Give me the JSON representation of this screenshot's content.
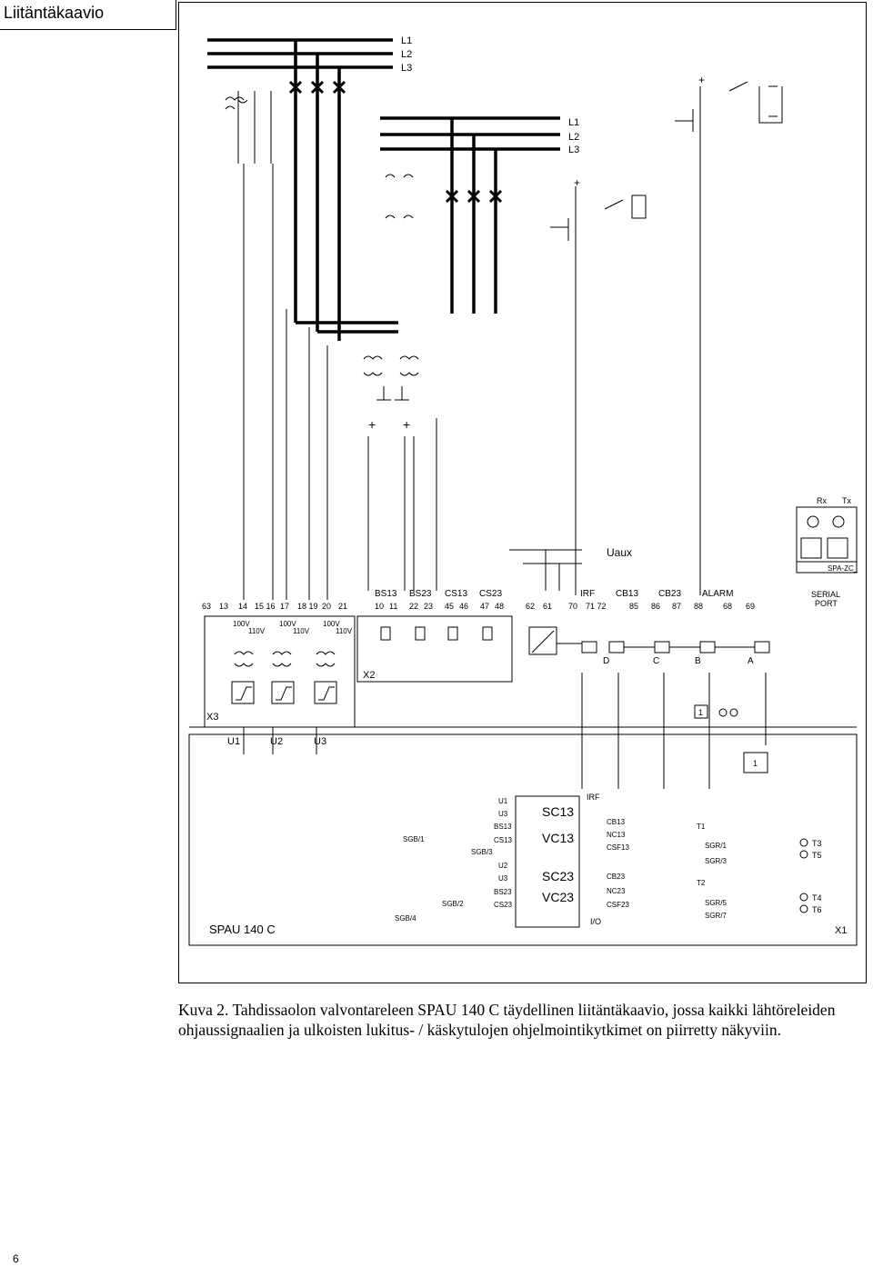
{
  "page": {
    "title": "Liitäntäkaavio",
    "caption": "Kuva 2. Tahdissaolon valvontareleen SPAU 140 C täydellinen liitäntäkaavio, jossa kaikki lähtöreleiden ohjaussignaalien ja ulkoisten lukitus- / käskytulojen ohjelmointikytkimet on piirretty näkyviin.",
    "page_number": "6"
  },
  "diagram": {
    "bus1": [
      "L1",
      "L2",
      "L3"
    ],
    "bus2": [
      "L1",
      "L2",
      "L3"
    ],
    "uaux": "Uaux",
    "rx": "Rx",
    "tx": "Tx",
    "spa_zc": "SPA-ZC_",
    "serial_port": [
      "SERIAL",
      "PORT"
    ],
    "x2": "X2",
    "x3": "X3",
    "x1": "X1",
    "device": "SPAU 140 C",
    "group_labels": [
      "BS13",
      "BS23",
      "CS13",
      "CS23",
      "IRF",
      "CB13",
      "CB23",
      "ALARM"
    ],
    "terminals_x3": [
      "63",
      "13",
      "14",
      "15 16",
      "17",
      "18 19",
      "20",
      "21"
    ],
    "terminals_x2": [
      "10",
      "11",
      "22",
      "23",
      "45",
      "46",
      "47",
      "48",
      "62",
      "61",
      "70",
      "71 72",
      "85",
      "86",
      "87",
      "88",
      "68",
      "69"
    ],
    "voltages_100": [
      "100V",
      "100V",
      "100V"
    ],
    "voltages_110": [
      "110V",
      "110V",
      "110V"
    ],
    "contact_letters": [
      "D",
      "C",
      "B",
      "A"
    ],
    "voltage_inputs": [
      "U1",
      "U2",
      "U3"
    ],
    "one": "1",
    "block_sc13": "SC13",
    "block_vc13": "VC13",
    "block_sc23": "SC23",
    "block_vc23": "VC23",
    "irf": "IRF",
    "io": "I/O",
    "signals_left": [
      "U1",
      "U3",
      "BS13",
      "CS13",
      "U2",
      "U3",
      "BS23",
      "CS23"
    ],
    "sgb": [
      "SGB/1",
      "SGB/3",
      "SGB/2",
      "SGB/4"
    ],
    "signals_mid": [
      "CB13",
      "NC13",
      "CSF13",
      "CB23",
      "NC23",
      "CSF23"
    ],
    "t_labels": [
      "T1",
      "T2"
    ],
    "sgr": [
      "SGR/1",
      "SGR/3",
      "SGR/5",
      "SGR/7"
    ],
    "t_out": [
      "T3",
      "T5",
      "T4",
      "T6"
    ]
  }
}
